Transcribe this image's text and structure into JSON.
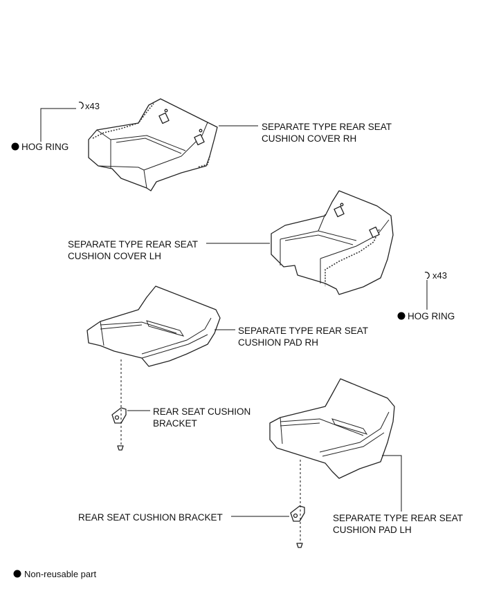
{
  "labels": {
    "cover_rh": "SEPARATE TYPE REAR SEAT\nCUSHION COVER RH",
    "cover_lh": "SEPARATE TYPE REAR SEAT\nCUSHION COVER LH",
    "pad_rh": "SEPARATE TYPE REAR SEAT\nCUSHION PAD RH",
    "pad_lh": "SEPARATE TYPE REAR SEAT\nCUSHION PAD LH",
    "bracket_rh": "REAR SEAT CUSHION\nBRACKET",
    "bracket_lh": "REAR SEAT CUSHION BRACKET",
    "hog_ring_1": "HOG RING",
    "hog_ring_2": "HOG RING",
    "qty_1": "x43",
    "qty_2": "x43"
  },
  "legend": {
    "text": "Non-reusable part"
  },
  "icons": {
    "non_reusable": "filled-circle-icon",
    "hog_ring": "hog-ring-icon"
  }
}
